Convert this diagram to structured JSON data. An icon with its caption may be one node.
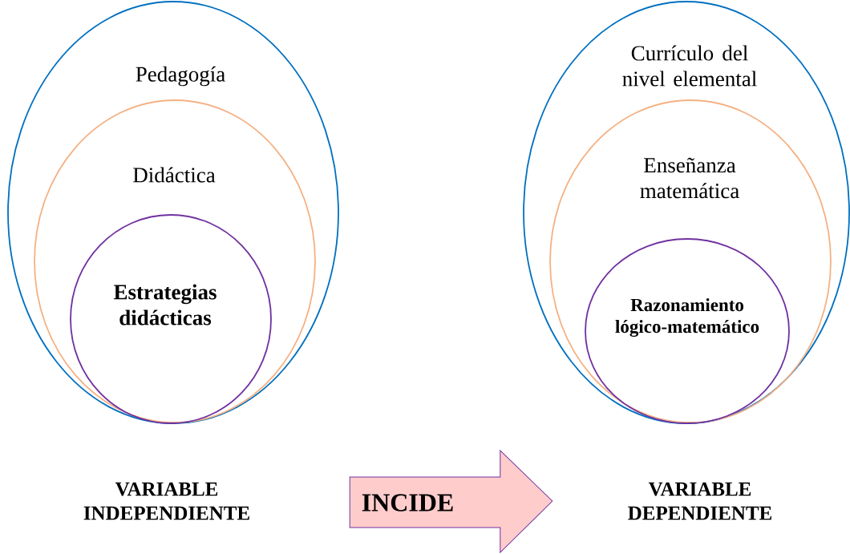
{
  "diagram": {
    "nodes": [
      {
        "text": [
          "Pedagogía"
        ]
      },
      {
        "text": [
          "Didáctica"
        ],
        "in": 0
      },
      {
        "text": [
          "Estrategias didácticas"
        ],
        "in": 1
      },
      {
        "text": [
          "Currículo del nivel elemental"
        ]
      },
      {
        "text": [
          "Enseñanza matemática"
        ],
        "in": 3
      },
      {
        "text": [
          "Razonamiento lógico-matemático"
        ],
        "in": 4
      },
      {
        "text": [
          "VARIABLE INDEPENDIENTE"
        ]
      },
      {
        "text": [
          "VARIABLE DEPENDIENTE"
        ]
      }
    ],
    "edges": [
      {
        "from": 6,
        "to": 7,
        "arrow": "to",
        "label": "INCIDE"
      }
    ]
  }
}
